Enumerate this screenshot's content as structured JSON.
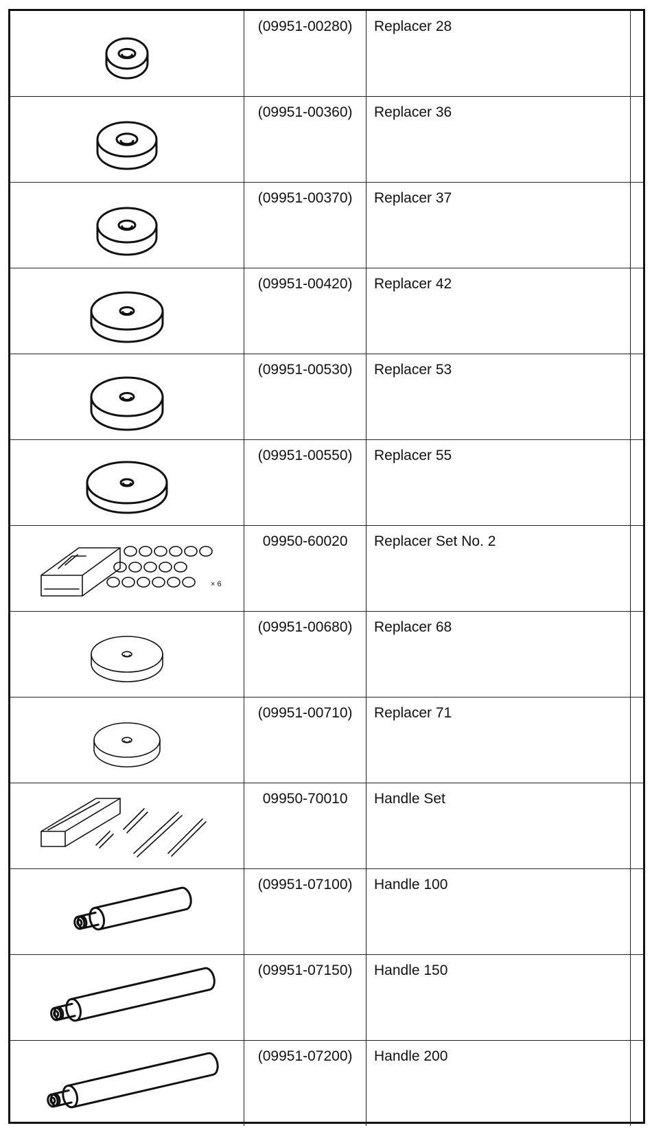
{
  "rows": [
    {
      "part_number": "(09951-00280)",
      "name": "Replacer 28",
      "icon": "small-replacer-disc-icon"
    },
    {
      "part_number": "(09951-00360)",
      "name": "Replacer 36",
      "icon": "replacer-disc-icon"
    },
    {
      "part_number": "(09951-00370)",
      "name": "Replacer 37",
      "icon": "replacer-disc-icon"
    },
    {
      "part_number": "(09951-00420)",
      "name": "Replacer 42",
      "icon": "replacer-disc-icon"
    },
    {
      "part_number": "(09951-00530)",
      "name": "Replacer 53",
      "icon": "replacer-disc-icon"
    },
    {
      "part_number": "(09951-00550)",
      "name": "Replacer 55",
      "icon": "replacer-disc-icon"
    },
    {
      "part_number": "09950-60020",
      "name": "Replacer Set No. 2",
      "icon": "replacer-set-case-icon"
    },
    {
      "part_number": "(09951-00680)",
      "name": "Replacer 68",
      "icon": "replacer-disc-icon"
    },
    {
      "part_number": "(09951-00710)",
      "name": "Replacer 71",
      "icon": "replacer-disc-icon"
    },
    {
      "part_number": "09950-70010",
      "name": "Handle Set",
      "icon": "handle-set-case-icon"
    },
    {
      "part_number": "(09951-07100)",
      "name": "Handle 100",
      "icon": "handle-icon"
    },
    {
      "part_number": "(09951-07150)",
      "name": "Handle 150",
      "icon": "handle-icon"
    },
    {
      "part_number": "(09951-07200)",
      "name": "Handle 200",
      "icon": "handle-icon"
    }
  ]
}
